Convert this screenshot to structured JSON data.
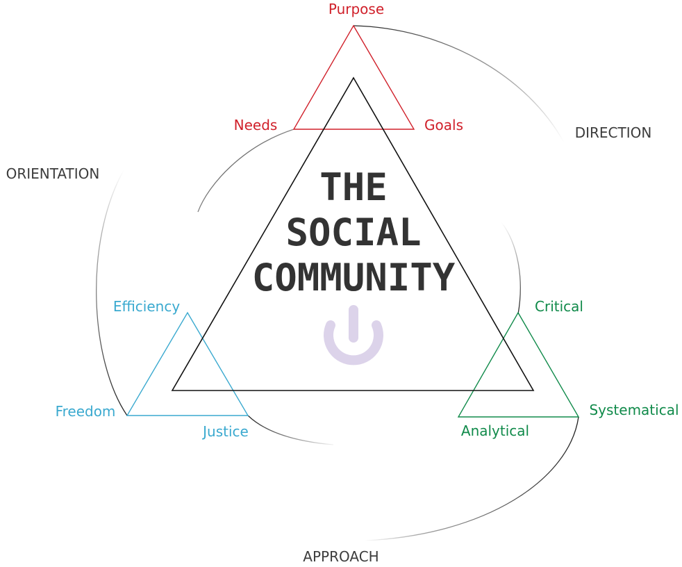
{
  "title": {
    "lines": [
      "THE",
      "SOCIAL",
      "COMMUNITY"
    ]
  },
  "axes": {
    "direction": "DIRECTION",
    "orientation": "ORIENTATION",
    "approach": "APPROACH"
  },
  "groups": {
    "direction": {
      "color": "#d0202a",
      "apex": "Purpose",
      "left": "Needs",
      "right": "Goals"
    },
    "orientation": {
      "color": "#3aa9cf",
      "apex": "Efficiency",
      "left": "Freedom",
      "right": "Justice"
    },
    "approach": {
      "color": "#108a4a",
      "apex": "Critical",
      "left": "Analytical",
      "right": "Systematical"
    }
  },
  "colors": {
    "main_triangle": "#111111",
    "arcs": "#333333",
    "power_icon": "#dcd3ea",
    "title_text": "#333333"
  },
  "icon": {
    "center": "power-icon"
  }
}
